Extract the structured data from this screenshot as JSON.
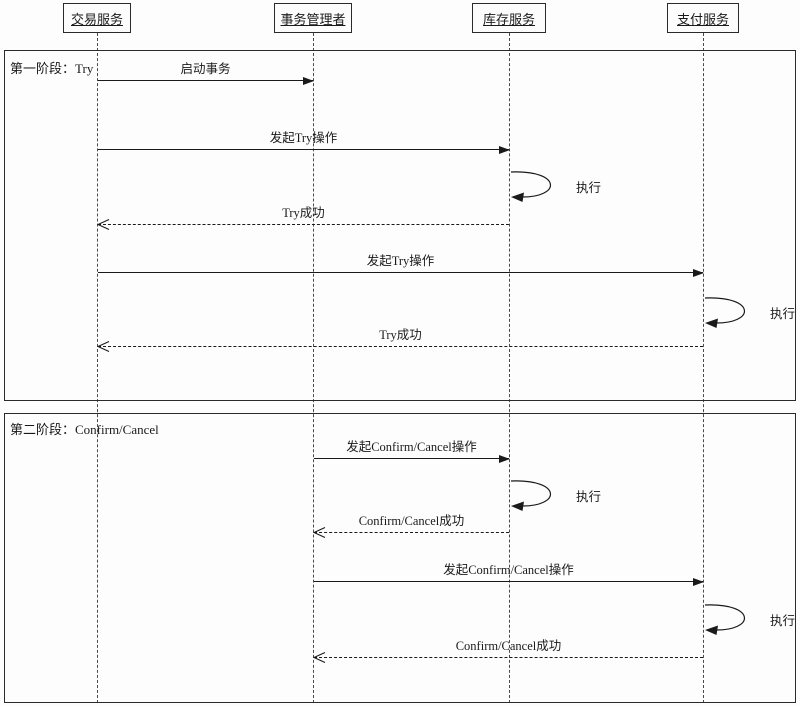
{
  "diagram": {
    "type": "uml-sequence-diagram",
    "colors": {
      "line": "#1a1a1a",
      "background": "#fdfdfd"
    },
    "participants": [
      {
        "id": "transaction-service",
        "label": "交易服务"
      },
      {
        "id": "transaction-manager",
        "label": "事务管理者"
      },
      {
        "id": "inventory-service",
        "label": "库存服务"
      },
      {
        "id": "payment-service",
        "label": "支付服务"
      }
    ],
    "phases": [
      {
        "label": "第一阶段：Try"
      },
      {
        "label": "第二阶段：Confirm/Cancel"
      }
    ],
    "messages": [
      {
        "label": "启动事务",
        "from": "交易服务",
        "to": "事务管理者",
        "style": "solid"
      },
      {
        "label": "发起Try操作",
        "from": "交易服务",
        "to": "库存服务",
        "style": "solid"
      },
      {
        "label": "执行",
        "at": "库存服务",
        "style": "self-loop"
      },
      {
        "label": "Try成功",
        "from": "库存服务",
        "to": "交易服务",
        "style": "dashed-return"
      },
      {
        "label": "发起Try操作",
        "from": "交易服务",
        "to": "支付服务",
        "style": "solid"
      },
      {
        "label": "执行",
        "at": "支付服务",
        "style": "self-loop"
      },
      {
        "label": "Try成功",
        "from": "支付服务",
        "to": "交易服务",
        "style": "dashed-return"
      },
      {
        "label": "发起Confirm/Cancel操作",
        "from": "事务管理者",
        "to": "库存服务",
        "style": "solid"
      },
      {
        "label": "执行",
        "at": "库存服务",
        "style": "self-loop"
      },
      {
        "label": "Confirm/Cancel成功",
        "from": "库存服务",
        "to": "事务管理者",
        "style": "dashed-return"
      },
      {
        "label": "发起Confirm/Cancel操作",
        "from": "事务管理者",
        "to": "支付服务",
        "style": "solid"
      },
      {
        "label": "执行",
        "at": "支付服务",
        "style": "self-loop"
      },
      {
        "label": "Confirm/Cancel成功",
        "from": "支付服务",
        "to": "事务管理者",
        "style": "dashed-return"
      }
    ]
  }
}
